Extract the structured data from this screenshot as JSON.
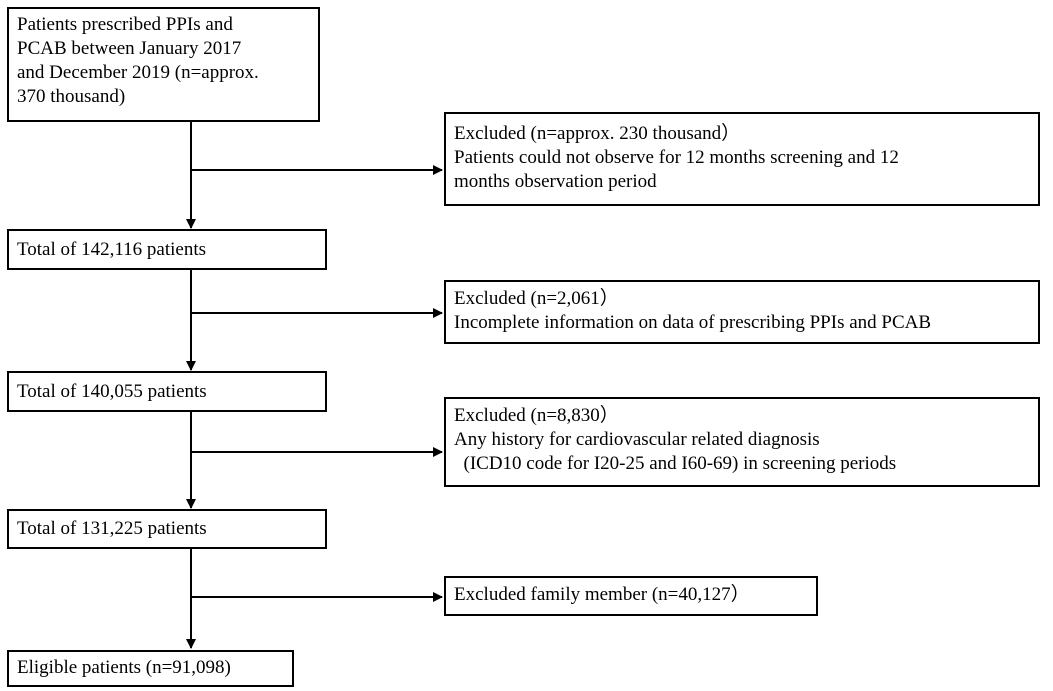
{
  "flowchart": {
    "start": {
      "lines": [
        "Patients prescribed PPIs and",
        "PCAB between January 2017",
        "and December 2019 (n=approx.",
        "370 thousand)"
      ]
    },
    "exclusion1": {
      "lines": [
        "Excluded (n=approx. 230 thousand）",
        "Patients could not observe for 12 months screening and 12",
        "months observation period"
      ]
    },
    "total1": {
      "text": "Total of  142,116 patients"
    },
    "exclusion2": {
      "lines": [
        "Excluded (n=2,061）",
        "Incomplete  information on data of prescribing PPIs and PCAB"
      ]
    },
    "total2": {
      "text": "Total of  140,055 patients"
    },
    "exclusion3": {
      "lines": [
        "Excluded (n=8,830）",
        "Any history for cardiovascular related diagnosis",
        "  (ICD10 code for I20-25 and I60-69) in screening periods"
      ]
    },
    "total3": {
      "text": "Total of  131,225 patients"
    },
    "exclusion4": {
      "text": "Excluded family  member (n=40,127）"
    },
    "final": {
      "text": "Eligible patients (n=91,098)"
    }
  }
}
